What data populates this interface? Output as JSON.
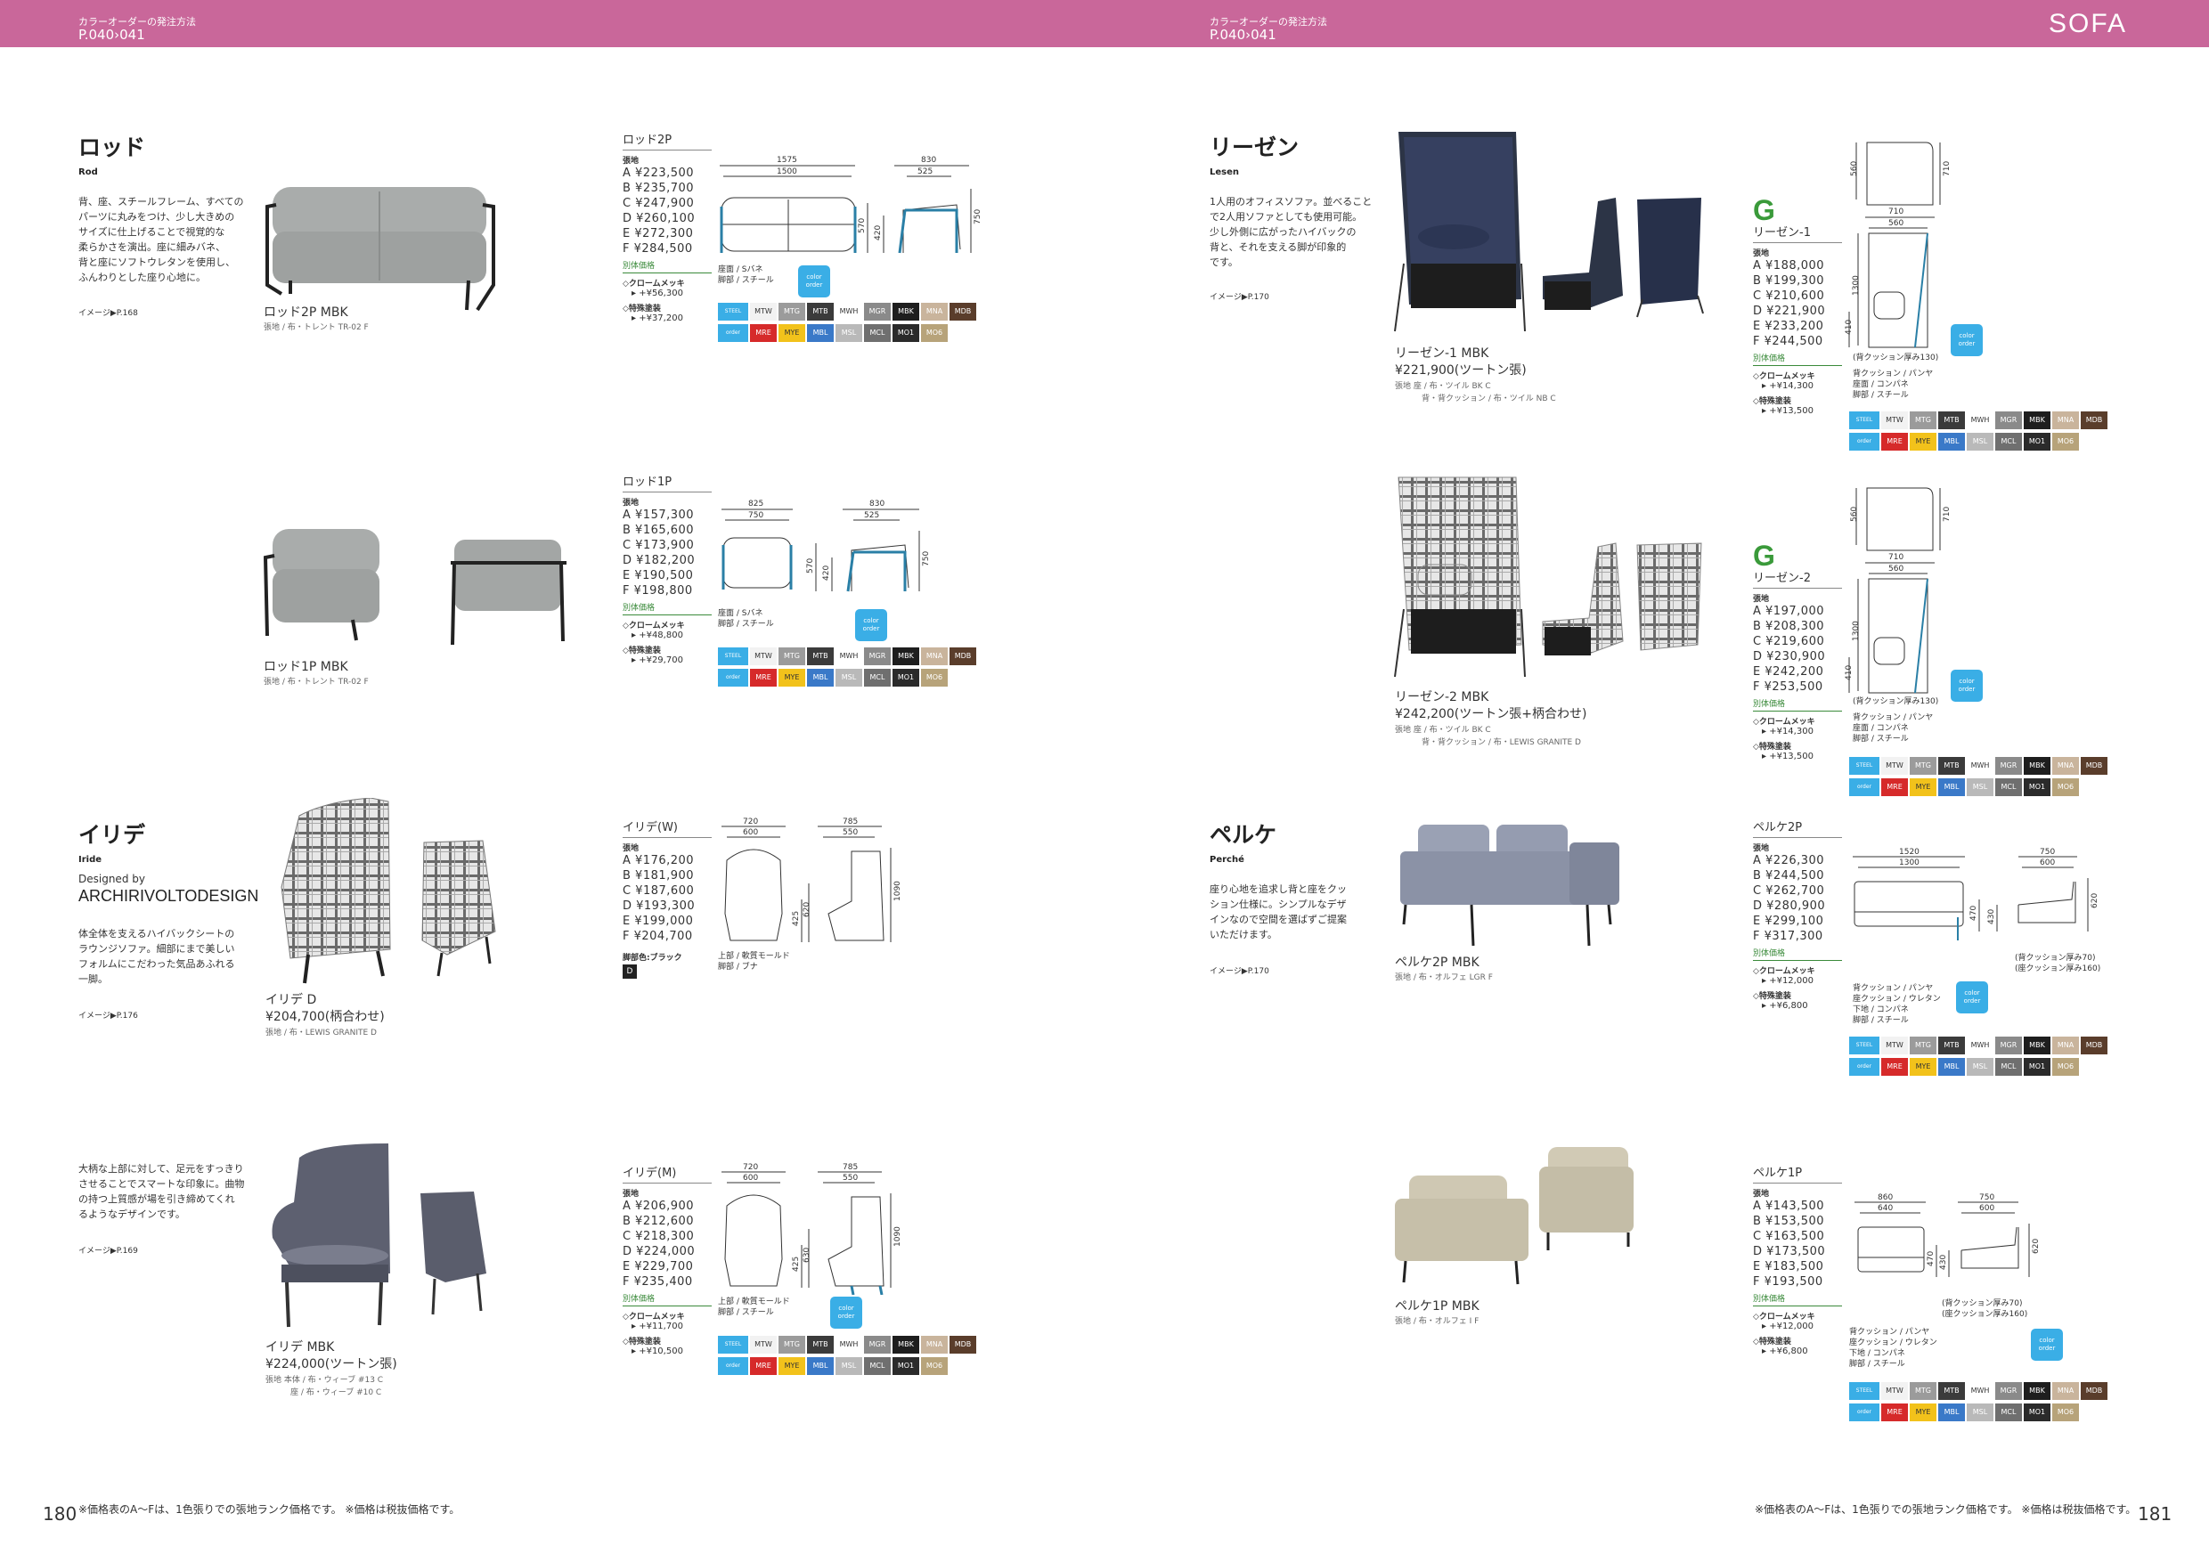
{
  "header": {
    "ref_label": "カラーオーダーの発注方法",
    "ref_pages": "P.040›041",
    "category": "SOFA"
  },
  "footer": {
    "left_page": "180",
    "right_page": "181",
    "note": "※価格表のA〜Fは、1色張りでの張地ランク価格です。 ※価格は税抜価格です。"
  },
  "labels": {
    "fabric": "張地",
    "separate": "別体価格",
    "chrome": "クロームメッキ",
    "special_paint": "特殊塗装",
    "color_order": [
      "color",
      "order"
    ],
    "steel": "STEEL",
    "sel_color": "脚部色:ブラック"
  },
  "swatches": {
    "row1": [
      {
        "code": "MTW",
        "bg": "#f2f2f2",
        "fg": "#333333"
      },
      {
        "code": "MTG",
        "bg": "#9b9b9b",
        "fg": "#ffffff"
      },
      {
        "code": "MTB",
        "bg": "#3b3b3b",
        "fg": "#ffffff"
      },
      {
        "code": "MWH",
        "bg": "#ffffff",
        "fg": "#333333"
      },
      {
        "code": "MGR",
        "bg": "#8a8a8a",
        "fg": "#ffffff"
      },
      {
        "code": "MBK",
        "bg": "#1e1e1e",
        "fg": "#ffffff"
      },
      {
        "code": "MNA",
        "bg": "#c9b49c",
        "fg": "#ffffff"
      },
      {
        "code": "MDB",
        "bg": "#5a3d2b",
        "fg": "#ffffff"
      }
    ],
    "row2": [
      {
        "code": "MRE",
        "bg": "#d62a2a",
        "fg": "#ffffff"
      },
      {
        "code": "MYE",
        "bg": "#f2c21b",
        "fg": "#333333"
      },
      {
        "code": "MBL",
        "bg": "#3a79c8",
        "fg": "#ffffff"
      },
      {
        "code": "MSL",
        "bg": "#b9b9b9",
        "fg": "#ffffff"
      },
      {
        "code": "MCL",
        "bg": "#6f6f6f",
        "fg": "#ffffff"
      },
      {
        "code": "MO1",
        "bg": "#2b2b2b",
        "fg": "#ffffff"
      },
      {
        "code": "MO6",
        "bg": "#b7a37a",
        "fg": "#ffffff"
      }
    ]
  },
  "rod": {
    "title_jp": "ロッド",
    "title_en": "Rod",
    "description": [
      "背、座、スチールフレーム、すべての",
      "パーツに丸みをつけ、少し大きめの",
      "サイズに仕上げることで視覚的な",
      "柔らかさを演出。座に細みバネ、",
      "背と座にソフトウレタンを使用し、",
      "ふんわりとした座り心地に。"
    ],
    "image_ref": "イメージ▶P.168",
    "p2": {
      "caption": "ロッド2P MBK",
      "sub": "張地 / 布・トレント TR-02 F",
      "name": "ロッド2P",
      "prices": [
        "A ¥223,500",
        "B ¥235,700",
        "C ¥247,900",
        "D ¥260,100",
        "E ¥272,300",
        "F ¥284,500"
      ],
      "chrome": "+¥56,300",
      "special": "+¥37,200",
      "materials": [
        "座面 / Sバネ",
        "脚部 / スチール"
      ],
      "dims": [
        "1575",
        "1500",
        "830",
        "525",
        "570",
        "420",
        "750"
      ]
    },
    "p1": {
      "caption": "ロッド1P MBK",
      "sub": "張地 / 布・トレント TR-02 F",
      "name": "ロッド1P",
      "prices": [
        "A ¥157,300",
        "B ¥165,600",
        "C ¥173,900",
        "D ¥182,200",
        "E ¥190,500",
        "F ¥198,800"
      ],
      "chrome": "+¥48,800",
      "special": "+¥29,700",
      "materials": [
        "座面 / Sバネ",
        "脚部 / スチール"
      ],
      "dims": [
        "825",
        "750",
        "830",
        "525",
        "570",
        "420",
        "750"
      ]
    }
  },
  "iride": {
    "title_jp": "イリデ",
    "title_en": "Iride",
    "designed_by": "Designed by",
    "brand": "ARCHIRIVOLTODESIGN",
    "description": [
      "体全体を支えるハイバックシートの",
      "ラウンジソファ。細部にまで美しい",
      "フォルムにこだわった気品あふれる",
      "一脚。"
    ],
    "image_ref": "イメージ▶P.176",
    "w": {
      "caption": "イリデ D",
      "price": "¥204,700(柄合わせ)",
      "sub": "張地 / 布・LEWIS GRANITE D",
      "name": "イリデ(W)",
      "prices": [
        "A ¥176,200",
        "B ¥181,900",
        "C ¥187,600",
        "D ¥193,300",
        "E ¥199,000",
        "F ¥204,700"
      ],
      "sel_color_tag": "D",
      "materials": [
        "上部 / 軟質モールド",
        "脚部 / ブナ"
      ],
      "dims": [
        "720",
        "600",
        "785",
        "550",
        "425",
        "620",
        "1090"
      ]
    },
    "m": {
      "description": [
        "大柄な上部に対して、足元をすっきり",
        "させることでスマートな印象に。曲物",
        "の持つ上質感が場を引き締めてくれ",
        "るようなデザインです。"
      ],
      "image_ref": "イメージ▶P.169",
      "caption": "イリデ MBK",
      "price": "¥224,000(ツートン張)",
      "sub1": "張地 本体 / 布・ウィーブ #13 C",
      "sub2": "座 / 布・ウィーブ #10 C",
      "name": "イリデ(M)",
      "prices": [
        "A ¥206,900",
        "B ¥212,600",
        "C ¥218,300",
        "D ¥224,000",
        "E ¥229,700",
        "F ¥235,400"
      ],
      "chrome": "+¥11,700",
      "special": "+¥10,500",
      "materials": [
        "上部 / 軟質モールド",
        "脚部 / スチール"
      ],
      "dims": [
        "720",
        "600",
        "785",
        "550",
        "425",
        "630",
        "1090"
      ]
    }
  },
  "lesen": {
    "title_jp": "リーゼン",
    "title_en": "Lesen",
    "description": [
      "1人用のオフィスソファ。並べること",
      "で2人用ソファとしても使用可能。",
      "少し外側に広がったハイバックの",
      "背と、それを支える脚が印象的",
      "です。"
    ],
    "image_ref": "イメージ▶P.170",
    "l1": {
      "caption": "リーゼン-1 MBK",
      "price": "¥221,900(ツートン張)",
      "sub1": "張地 座 / 布・ツイル BK C",
      "sub2": "背・背クッション / 布・ツイル NB C",
      "name": "リーゼン-1",
      "prices": [
        "A ¥188,000",
        "B ¥199,300",
        "C ¥210,600",
        "D ¥221,900",
        "E ¥233,200",
        "F ¥244,500"
      ],
      "chrome": "+¥14,300",
      "special": "+¥13,500",
      "note": "(背クッション厚み130)",
      "materials": [
        "背クッション / パンヤ",
        "座面 / コンパネ",
        "脚部 / スチール"
      ],
      "dims": [
        "560",
        "710",
        "710",
        "560",
        "1300",
        "410"
      ]
    },
    "l2": {
      "caption": "リーゼン-2 MBK",
      "price": "¥242,200(ツートン張+柄合わせ)",
      "sub1": "張地 座 / 布・ツイル BK C",
      "sub2": "背・背クッション / 布・LEWIS GRANITE D",
      "name": "リーゼン-2",
      "prices": [
        "A ¥197,000",
        "B ¥208,300",
        "C ¥219,600",
        "D ¥230,900",
        "E ¥242,200",
        "F ¥253,500"
      ],
      "chrome": "+¥14,300",
      "special": "+¥13,500",
      "note": "(背クッション厚み130)",
      "materials": [
        "背クッション / パンヤ",
        "座面 / コンパネ",
        "脚部 / スチール"
      ],
      "dims": [
        "560",
        "710",
        "710",
        "560",
        "1300",
        "410"
      ]
    }
  },
  "perche": {
    "title_jp": "ペルケ",
    "title_en": "Perché",
    "description": [
      "座り心地を追求し背と座をクッ",
      "ション仕様に。シンプルなデザ",
      "インなので空間を選ばずご提案",
      "いただけます。"
    ],
    "image_ref": "イメージ▶P.170",
    "p2": {
      "caption": "ペルケ2P MBK",
      "sub": "張地 / 布・オルフェ LGR F",
      "name": "ペルケ2P",
      "prices": [
        "A ¥226,300",
        "B ¥244,500",
        "C ¥262,700",
        "D ¥280,900",
        "E ¥299,100",
        "F ¥317,300"
      ],
      "chrome": "+¥12,000",
      "special": "+¥6,800",
      "note1": "(背クッション厚み70)",
      "note2": "(座クッション厚み160)",
      "materials": [
        "背クッション / パンヤ",
        "座クッション / ウレタン",
        "下地 / コンパネ",
        "脚部 / スチール"
      ],
      "dims": [
        "1520",
        "1300",
        "750",
        "600",
        "470",
        "430",
        "620"
      ]
    },
    "p1": {
      "caption": "ペルケ1P MBK",
      "sub": "張地 / 布・オルフェ I F",
      "name": "ペルケ1P",
      "prices": [
        "A ¥143,500",
        "B ¥153,500",
        "C ¥163,500",
        "D ¥173,500",
        "E ¥183,500",
        "F ¥193,500"
      ],
      "chrome": "+¥12,000",
      "special": "+¥6,800",
      "note1": "(背クッション厚み70)",
      "note2": "(座クッション厚み160)",
      "materials": [
        "背クッション / パンヤ",
        "座クッション / ウレタン",
        "下地 / コンパネ",
        "脚部 / スチール"
      ],
      "dims": [
        "860",
        "640",
        "750",
        "600",
        "470",
        "430",
        "620"
      ]
    }
  }
}
